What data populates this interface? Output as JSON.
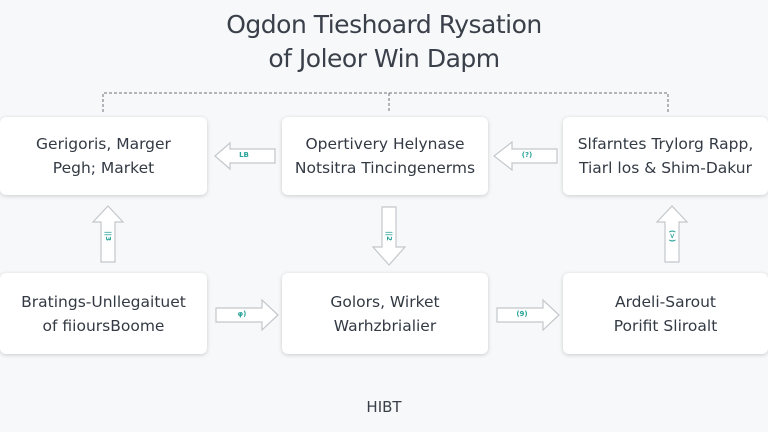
{
  "title": {
    "line1": "Ogdon Tieshoard Rysation",
    "line2": "of Joleor Win Dapm"
  },
  "boxes": [
    {
      "line1": "Gerigoris, Marger",
      "line2": "Pegh; Market"
    },
    {
      "line1": "Opertivery Helynase",
      "line2": "Notsitra Tincingenerms"
    },
    {
      "line1": "Slfarntes Trylorg Rapp,",
      "line2": "Tiarl los & Shim-Dakur"
    },
    {
      "line1": "Bratings-Unllegaituet",
      "line2": "of fiioursBoome"
    },
    {
      "line1": "Golors, Wirket",
      "line2": "Warhzbrialier"
    },
    {
      "line1": "Ardeli-Sarout",
      "line2": "Porifit Sliroalt"
    }
  ],
  "arrow_labels": [
    "LB",
    "(?)",
    "||3",
    "||2",
    "(>)",
    "φ)",
    "(9)"
  ],
  "footer": "HIBT",
  "colors": {
    "accent": "#2aa39a",
    "box": "#ffffff",
    "background": "#f7f8f9"
  }
}
